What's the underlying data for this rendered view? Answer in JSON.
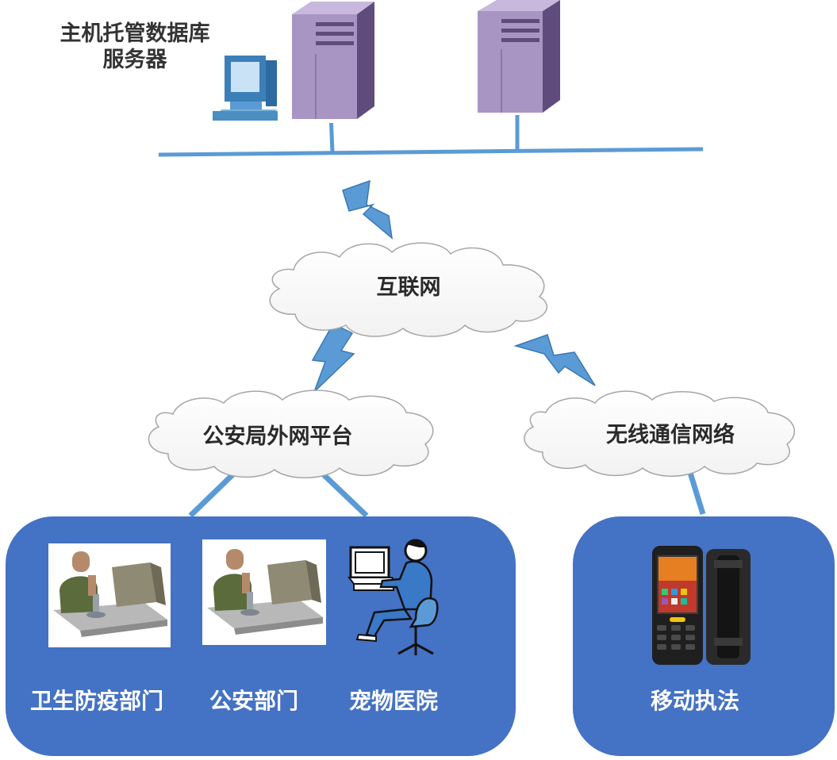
{
  "server_area": {
    "title_line1": "主机托管数据库",
    "title_line2": "服务器",
    "icons": [
      "desktop-computer-icon",
      "tower-server-icon",
      "tower-server-icon"
    ]
  },
  "clouds": {
    "internet": "互联网",
    "police_platform": "公安局外网平台",
    "wireless": "无线通信网络"
  },
  "left_group": {
    "nodes": [
      {
        "label": "卫生防疫部门",
        "icon": "worker-at-computer-icon"
      },
      {
        "label": "公安部门",
        "icon": "worker-at-computer-icon"
      },
      {
        "label": "宠物医院",
        "icon": "person-at-desk-icon"
      }
    ]
  },
  "right_group": {
    "nodes": [
      {
        "label": "移动执法",
        "icon": "rugged-handheld-terminal-icon"
      }
    ]
  },
  "colors": {
    "panel_fill": "#4472c4",
    "link_blue": "#5b9bd5",
    "server_purple": "#9b86b5",
    "cloud_outline": "#a6a6a6"
  }
}
